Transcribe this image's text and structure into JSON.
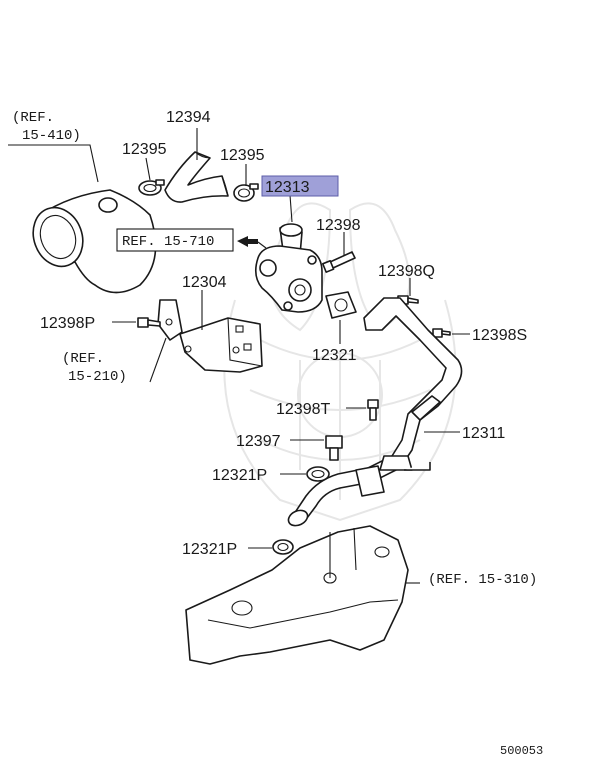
{
  "diagram": {
    "highlight_color": "#9fa0d8",
    "figure_number": "500053",
    "references": [
      "(REF.",
      "15-410)",
      "REF. 15-710",
      "(REF.",
      "15-210)",
      "(REF. 15-310)"
    ],
    "parts": [
      {
        "number": "12394",
        "highlighted": false
      },
      {
        "number": "12395",
        "highlighted": false
      },
      {
        "number": "12395",
        "highlighted": false
      },
      {
        "number": "12313",
        "highlighted": true
      },
      {
        "number": "12398",
        "highlighted": false
      },
      {
        "number": "12304",
        "highlighted": false
      },
      {
        "number": "12398Q",
        "highlighted": false
      },
      {
        "number": "12398P",
        "highlighted": false
      },
      {
        "number": "12321",
        "highlighted": false
      },
      {
        "number": "12398S",
        "highlighted": false
      },
      {
        "number": "12398T",
        "highlighted": false
      },
      {
        "number": "12311",
        "highlighted": false
      },
      {
        "number": "12397",
        "highlighted": false
      },
      {
        "number": "12321P",
        "highlighted": false
      },
      {
        "number": "12321P",
        "highlighted": false
      }
    ]
  }
}
